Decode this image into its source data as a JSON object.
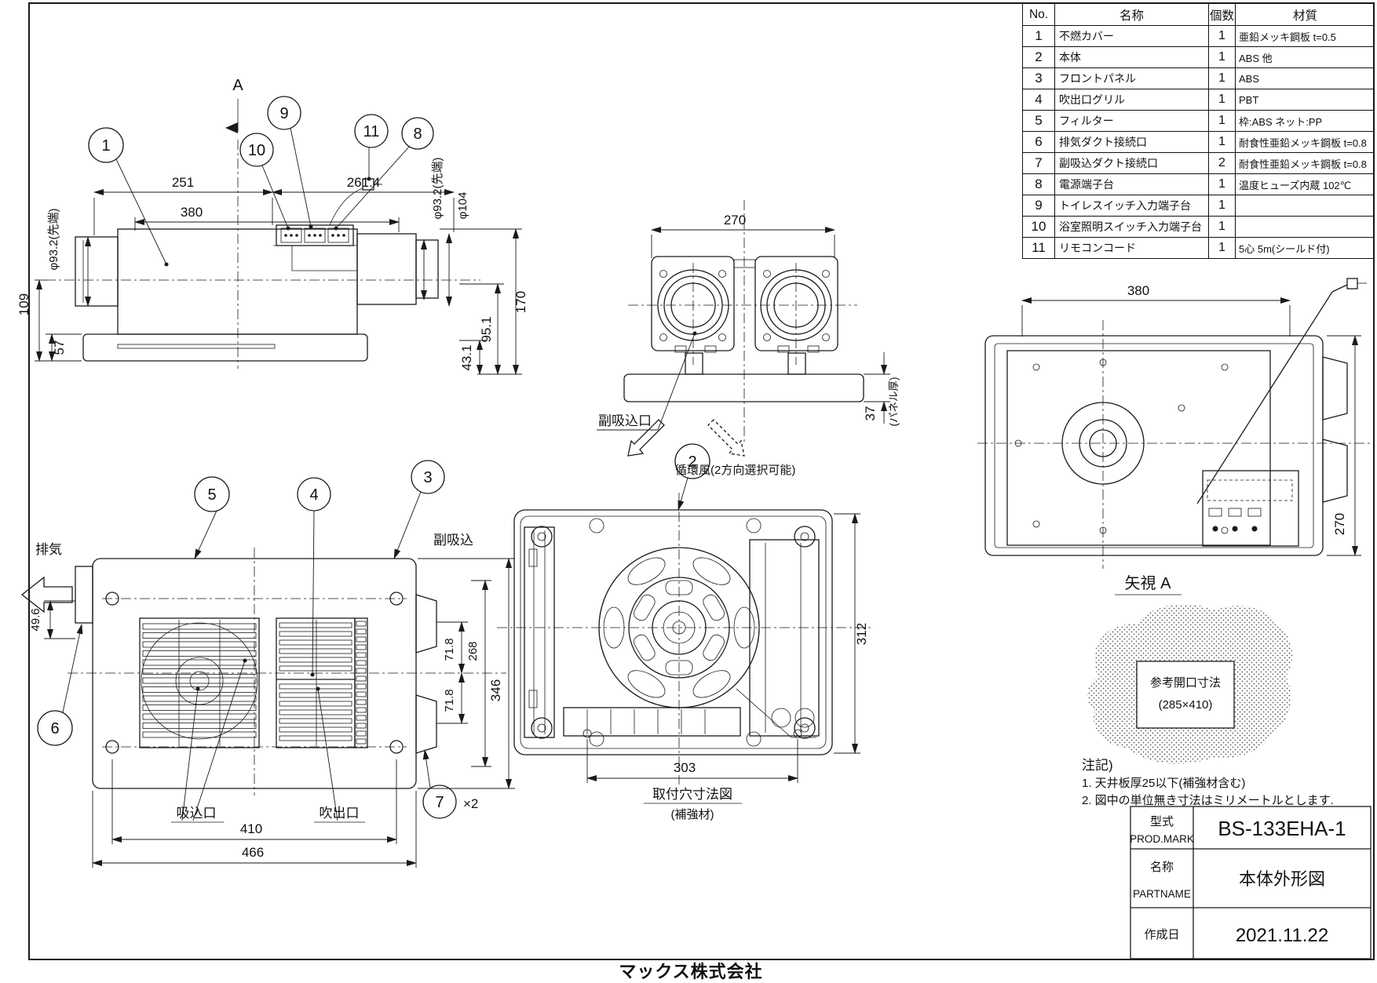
{
  "company": {
    "logo": "マックス株式会社"
  },
  "parts_table": {
    "headers": {
      "no": "No.",
      "name": "名称",
      "qty": "個数",
      "material": "材質"
    },
    "rows": [
      {
        "no": "1",
        "name": "不燃カバー",
        "qty": "1",
        "material": "亜鉛メッキ鋼板 t=0.5"
      },
      {
        "no": "2",
        "name": "本体",
        "qty": "1",
        "material": "ABS 他"
      },
      {
        "no": "3",
        "name": "フロントパネル",
        "qty": "1",
        "material": "ABS"
      },
      {
        "no": "4",
        "name": "吹出口グリル",
        "qty": "1",
        "material": "PBT"
      },
      {
        "no": "5",
        "name": "フィルター",
        "qty": "1",
        "material": "枠:ABS ネット:PP"
      },
      {
        "no": "6",
        "name": "排気ダクト接続口",
        "qty": "1",
        "material": "耐食性亜鉛メッキ鋼板 t=0.8"
      },
      {
        "no": "7",
        "name": "副吸込ダクト接続口",
        "qty": "2",
        "material": "耐食性亜鉛メッキ鋼板 t=0.8"
      },
      {
        "no": "8",
        "name": "電源端子台",
        "qty": "1",
        "material": "温度ヒューズ内蔵 102℃"
      },
      {
        "no": "9",
        "name": "トイレスイッチ入力端子台",
        "qty": "1",
        "material": ""
      },
      {
        "no": "10",
        "name": "浴室照明スイッチ入力端子台",
        "qty": "1",
        "material": ""
      },
      {
        "no": "11",
        "name": "リモコンコード",
        "qty": "1",
        "material": "5心 5m(シールド付)"
      }
    ]
  },
  "title_block": {
    "model_label_jp": "型式",
    "model_label_en": "PROD.MARK",
    "model_value": "BS-133EHA-1",
    "name_label_jp": "名称",
    "name_label_en": "PARTNAME",
    "name_value": "本体外形図",
    "date_label": "作成日",
    "date_value": "2021.11.22"
  },
  "notes": {
    "title": "注記)",
    "line1": "1. 天井板厚25以下(補強材含む)",
    "line2": "2. 図中の単位無き寸法はミリメートルとします."
  },
  "reference_opening": {
    "title": "参考開口寸法",
    "size": "(285×410)"
  },
  "labels": {
    "section_a": "A",
    "view_a": "矢視 A",
    "exhaust": "排気",
    "sub_intake_port": "副吸込口",
    "sub_intake": "副吸込",
    "circulation": "循環風(2方向選択可能)",
    "intake_port": "吸込口",
    "outlet_port": "吹出口",
    "mount_hole_title": "取付穴寸法図",
    "mount_hole_sub": "(補強材)",
    "times_two": "×2"
  },
  "dims": {
    "d251": "251",
    "d380_side": "380",
    "d261_4": "261.4",
    "dia93_left": "φ93.2(先端)",
    "dia93_right": "φ93.2(先端)",
    "dia104": "φ104",
    "d109": "109",
    "d57": "57",
    "d170": "170",
    "d95_1": "95.1",
    "d43_1": "43.1",
    "d270_rear": "270",
    "d37": "37",
    "panel_thickness": "(パネル厚)",
    "d380_top": "380",
    "d270_top": "270",
    "d49_6": "49.6",
    "d71_8_upper": "71.8",
    "d71_8_lower": "71.8",
    "d268": "268",
    "d346": "346",
    "d410": "410",
    "d466": "466",
    "d312": "312",
    "d303": "303"
  },
  "balloons": {
    "b1": "1",
    "b2": "2",
    "b3": "3",
    "b4": "4",
    "b5": "5",
    "b6": "6",
    "b7": "7",
    "b8": "8",
    "b9": "9",
    "b10": "10",
    "b11": "11"
  }
}
